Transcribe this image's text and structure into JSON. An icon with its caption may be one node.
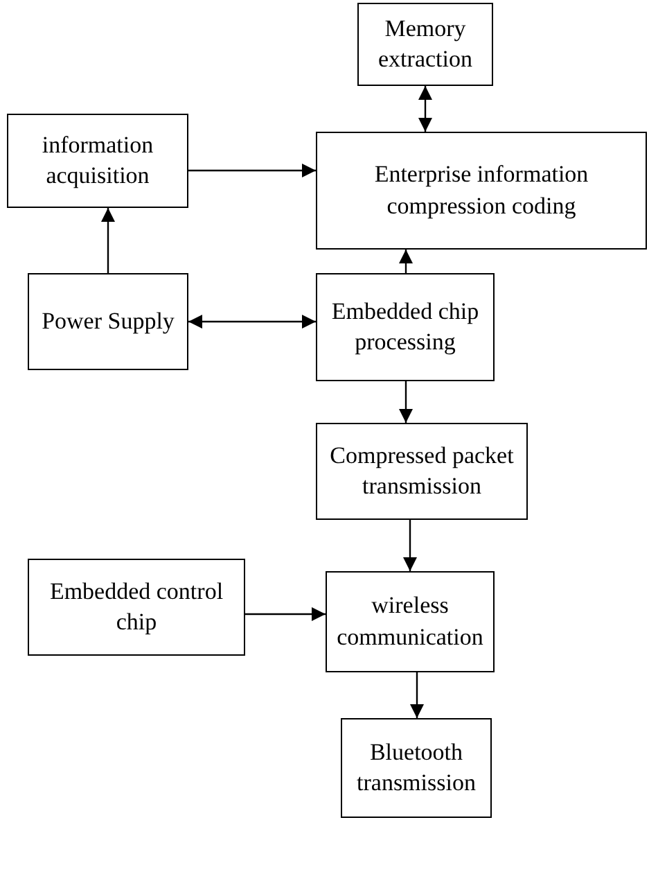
{
  "diagram": {
    "nodes": [
      {
        "text": [
          "Memory extraction"
        ]
      },
      {
        "text": [
          "information acquisition"
        ]
      },
      {
        "text": [
          "Enterprise information compression coding"
        ]
      },
      {
        "text": [
          "Power Supply"
        ]
      },
      {
        "text": [
          "Embedded chip processing"
        ]
      },
      {
        "text": [
          "Compressed packet transmission"
        ]
      },
      {
        "text": [
          "Embedded control chip"
        ]
      },
      {
        "text": [
          "wireless communication"
        ]
      },
      {
        "text": [
          "Bluetooth transmission"
        ]
      }
    ],
    "edges": [
      {
        "from": 0,
        "to": 2,
        "arrow": "both"
      },
      {
        "from": 1,
        "to": 2,
        "arrow": "to"
      },
      {
        "from": 3,
        "to": 1,
        "arrow": "to"
      },
      {
        "from": 3,
        "to": 4,
        "arrow": "both"
      },
      {
        "from": 4,
        "to": 2,
        "arrow": "to"
      },
      {
        "from": 4,
        "to": 5,
        "arrow": "to"
      },
      {
        "from": 5,
        "to": 7,
        "arrow": "to"
      },
      {
        "from": 6,
        "to": 7,
        "arrow": "to"
      },
      {
        "from": 7,
        "to": 8,
        "arrow": "to"
      }
    ]
  }
}
